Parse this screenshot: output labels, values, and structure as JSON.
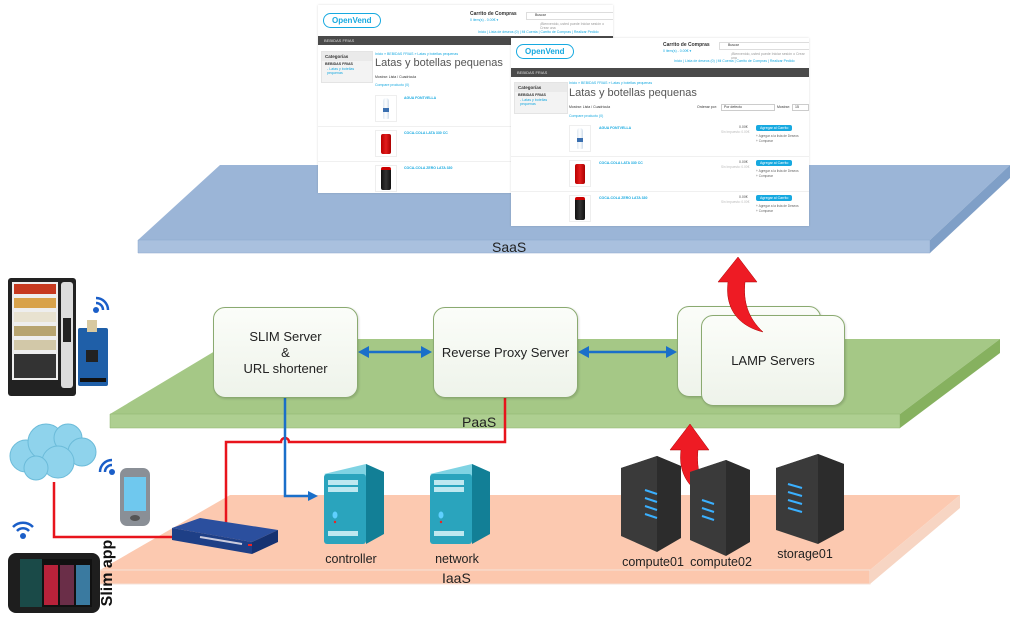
{
  "layers": {
    "saas": "SaaS",
    "paas": "PaaS",
    "iaas": "IaaS"
  },
  "paas_boxes": {
    "slim_server": "SLIM Server\n&\nURL shortener",
    "reverse_proxy": "Reverse Proxy Server",
    "lamp": "LAMP Servers"
  },
  "iaas_nodes": {
    "controller": "controller",
    "network": "network",
    "compute01": "compute01",
    "compute02": "compute02",
    "storage01": "storage01"
  },
  "devices": {
    "slim_app": "Slim app"
  },
  "webshop": {
    "logo": "OpenVend",
    "cart_title": "Carrito de Compras",
    "cart_summary": "0 item(s) - 0.00€ ▾",
    "search_placeholder": "Buscar",
    "welcome": "¡Bienvenido, usted puede Iniciar sesión o Crear una",
    "top_links": "Inicio | Lista de deseos (0) | Mi Cuenta | Carrito de Compras | Realizar Pedido",
    "nav_category": "BEBIDAS FRIAS",
    "sidebar_heading": "Categorías",
    "sidebar_category": "BEBIDAS FRIAS",
    "sidebar_subcategory": "- Latas y botellas pequenas",
    "breadcrumb": "Inicio » BEBIDAS FRIAS » Latas y botellas pequenas",
    "page_title": "Latas y botellas pequenas",
    "display_mode": "Mostrar: Lista / Cuadrícula",
    "sort_label": "Ordenar por:",
    "sort_value": "Por defecto",
    "show_label": "Mostrar:",
    "show_value": "15",
    "compare_link": "Compare producto (0)",
    "products": [
      {
        "name": "AGUA FONTVELLA",
        "price": "0.00€",
        "tax": "Sin Impuesto: 0.00€",
        "kind": "bottle"
      },
      {
        "name": "COCA-COLA LATA 330 CC",
        "price": "0.00€",
        "tax": "Sin Impuesto: 0.00€",
        "kind": "can-red"
      },
      {
        "name": "COCA-COLA ZERO LATA 330",
        "price": "0.00€",
        "tax": "Sin Impuesto: 0.00€",
        "kind": "can-black"
      }
    ],
    "add_to_cart": "Agregar al Carrito",
    "add_to_wishlist": "+ Agregar a la lista de Deseos",
    "compare": "+ Comparar"
  }
}
